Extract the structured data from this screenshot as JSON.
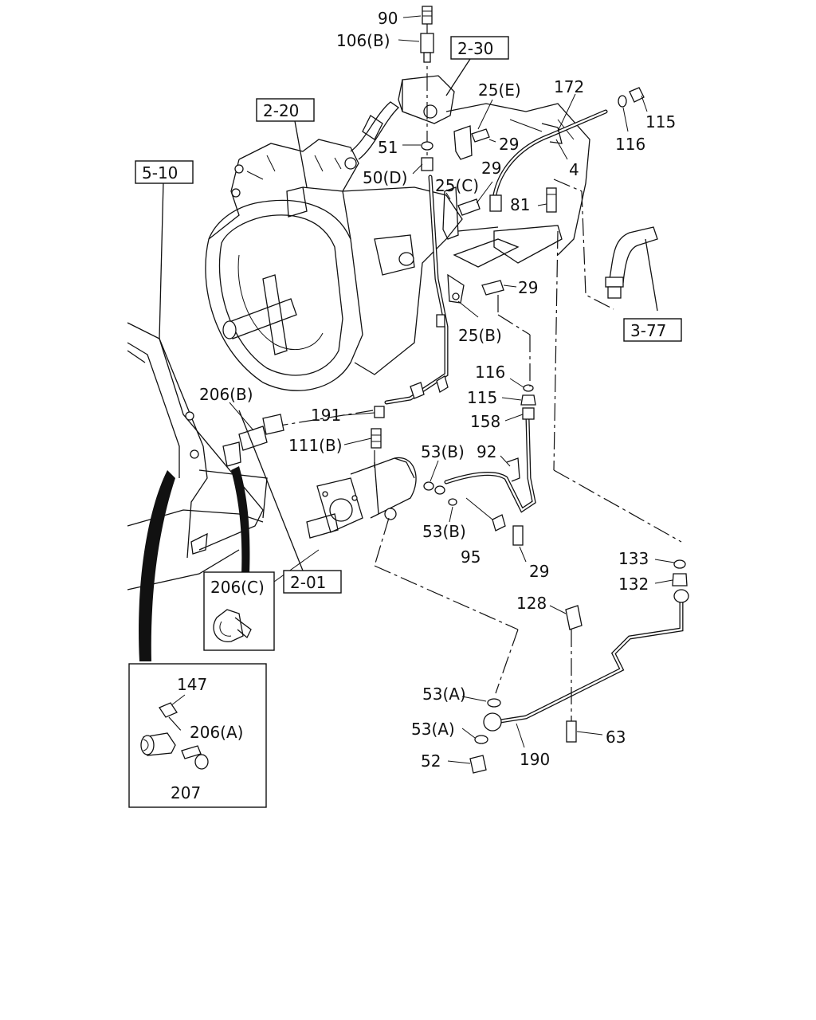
{
  "references": {
    "r_2_30": "2-30",
    "r_2_20": "2-20",
    "r_5_10": "5-10",
    "r_3_77": "3-77",
    "r_2_01": "2-01"
  },
  "callouts": {
    "c_90": "90",
    "c_106b": "106(B)",
    "c_25e": "25(E)",
    "c_172": "172",
    "c_115_top": "115",
    "c_116_top": "116",
    "c_51": "51",
    "c_29_a": "29",
    "c_50d": "50(D)",
    "c_4": "4",
    "c_29_b": "29",
    "c_25c": "25(C)",
    "c_81": "81",
    "c_29_c": "29",
    "c_25b": "25(B)",
    "c_116_mid": "116",
    "c_115_mid": "115",
    "c_158": "158",
    "c_206b": "206(B)",
    "c_191": "191",
    "c_111b": "111(B)",
    "c_53b_a": "53(B)",
    "c_92": "92",
    "c_53b_b": "53(B)",
    "c_95": "95",
    "c_29_d": "29",
    "c_133": "133",
    "c_132": "132",
    "c_206c": "206(C)",
    "c_128": "128",
    "c_147": "147",
    "c_206a": "206(A)",
    "c_207": "207",
    "c_53a_a": "53(A)",
    "c_53a_b": "53(A)",
    "c_63": "63",
    "c_52": "52",
    "c_190": "190"
  },
  "colors": {
    "ink": "#111111",
    "paper": "#ffffff"
  }
}
